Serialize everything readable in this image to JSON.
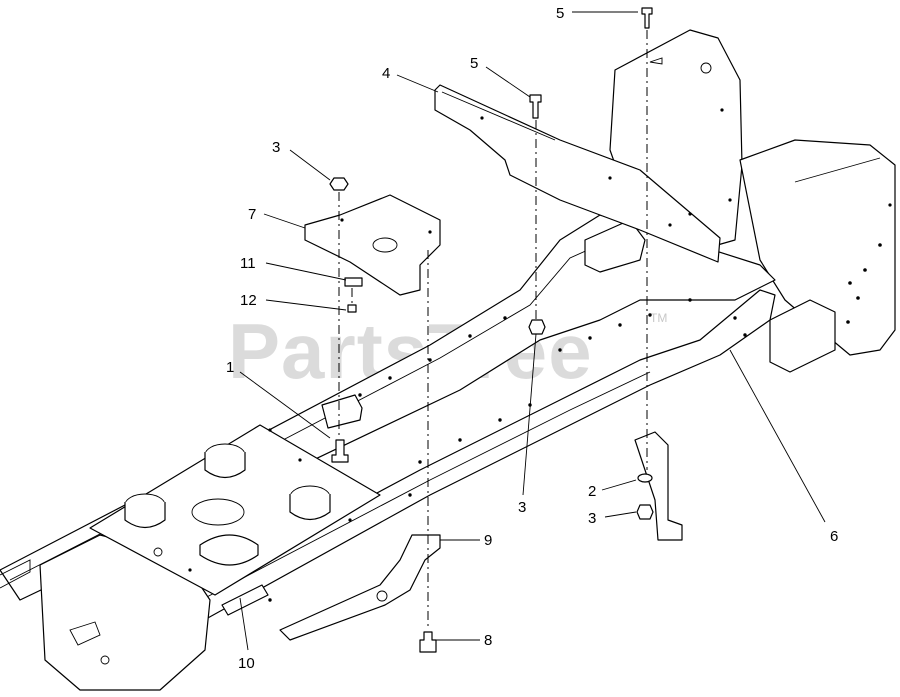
{
  "watermark": {
    "text": "PartsTree",
    "tm": "TM"
  },
  "callouts": [
    {
      "id": "c1",
      "label": "1"
    },
    {
      "id": "c2",
      "label": "2"
    },
    {
      "id": "c3a",
      "label": "3"
    },
    {
      "id": "c3b",
      "label": "3"
    },
    {
      "id": "c3c",
      "label": "3"
    },
    {
      "id": "c4",
      "label": "4"
    },
    {
      "id": "c5a",
      "label": "5"
    },
    {
      "id": "c5b",
      "label": "5"
    },
    {
      "id": "c6",
      "label": "6"
    },
    {
      "id": "c7",
      "label": "7"
    },
    {
      "id": "c8",
      "label": "8"
    },
    {
      "id": "c9",
      "label": "9"
    },
    {
      "id": "c10",
      "label": "10"
    },
    {
      "id": "c11",
      "label": "11"
    },
    {
      "id": "c12",
      "label": "12"
    }
  ]
}
